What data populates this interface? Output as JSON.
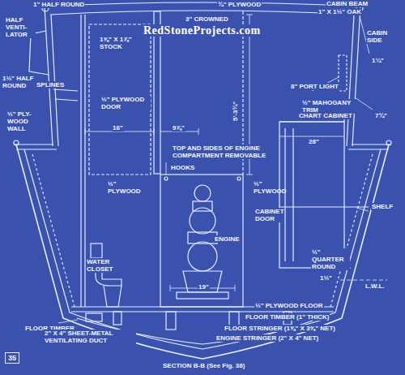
{
  "diagram": {
    "caption": "SECTION B-B (See Fig. 38)",
    "labels": [
      "1\" HALF ROUND",
      "¾\" PLYWOOD",
      "CABIN BEAM",
      "1\" X 1½\" OAK",
      "3\" CROWNED",
      "HALF VENTI- LATOR",
      "RedStoneProjects.com",
      "CABIN SIDE",
      "1⅝\" X 1⅞\" STOCK",
      "1¼\"",
      "1½\" HALF ROUND",
      "SPLINES",
      "8\" PORT LIGHT",
      "½\" PLY- WOOD WALL",
      "½\" PLYWOOD DOOR",
      "5'-3¾\"",
      "½\" MAHOGANY TRIM",
      "7¾\"",
      "16\"",
      "9⅞\"",
      "CHART CABINET",
      "28\"",
      "TOP AND SIDES OF ENGINE COMPARTMENT REMOVABLE",
      "HOOKS",
      "½\" PLYWOOD",
      "½\" PLYWOOD",
      "CABINET DOOR",
      "SHELF",
      "ENGINE",
      "WATER CLOSET",
      "½\" QUARTER ROUND",
      "1½\"",
      "L.W.L.",
      "19\"",
      "½\" PLYWOOD FLOOR",
      "FLOOR TIMBER",
      "FLOOR TIMBER (1\" THICK)",
      "2\" X 4\" SHEET-METAL VENTILATING DUCT",
      "FLOOR STRINGER (1⅝\" X 3⅝\" NET)",
      "ENGINE STRINGER (2\" X 4\" NET)",
      "35"
    ]
  }
}
